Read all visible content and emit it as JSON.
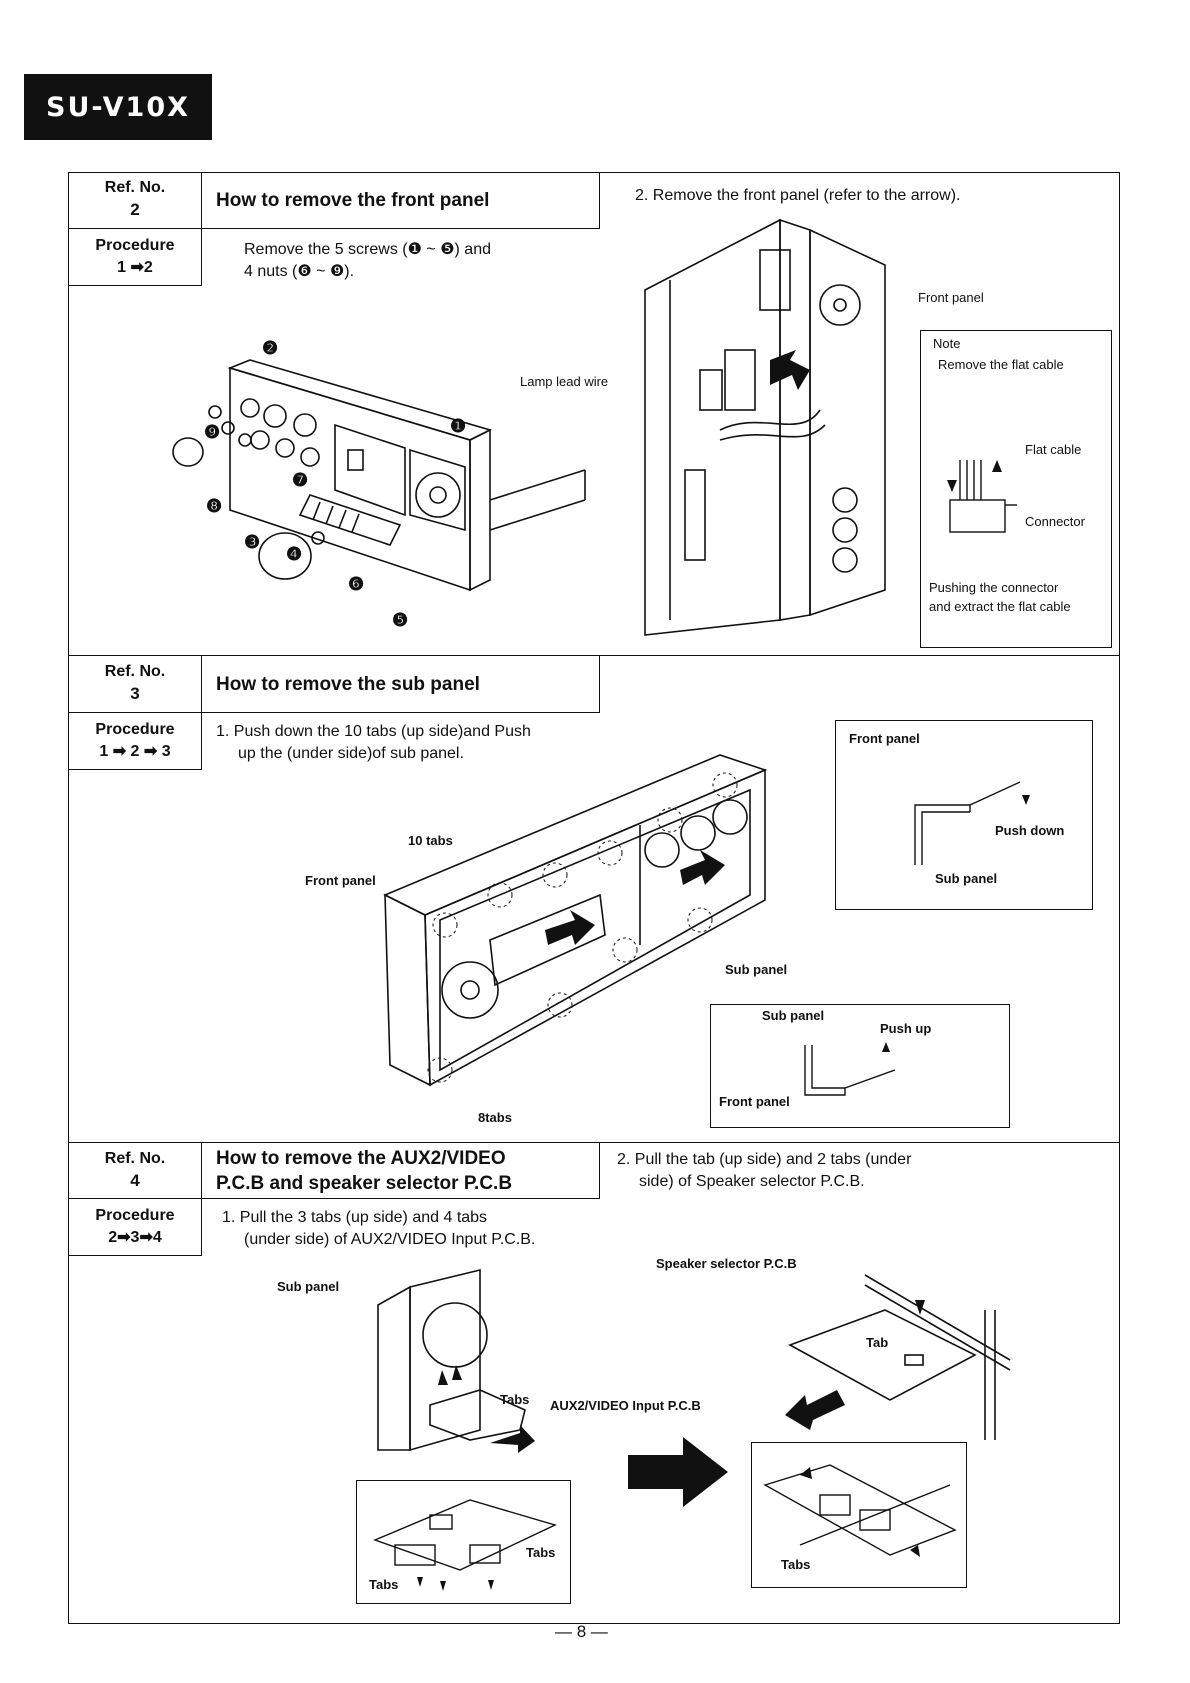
{
  "header": {
    "model": "SU-V10X"
  },
  "sections": [
    {
      "ref_label": "Ref. No.",
      "ref_no": "2",
      "title": "How to remove the front panel",
      "procedure_label": "Procedure",
      "procedure": "1 ➡2",
      "step1": "Remove the 5 screws (❶ ~ ❺) and",
      "step1b": "4 nuts (❻ ~ ❾).",
      "step2": "2. Remove the front panel (refer to the arrow).",
      "labels": {
        "lamp_lead_wire": "Lamp lead wire",
        "front_panel": "Front panel",
        "note_title": "Note",
        "note_text": "Remove the flat cable",
        "flat_cable": "Flat cable",
        "connector": "Connector",
        "note_footer1": "Pushing the connector",
        "note_footer2": "and extract the flat cable"
      },
      "callouts": [
        "❶",
        "❷",
        "❸",
        "❹",
        "❺",
        "❻",
        "❼",
        "❽",
        "❾"
      ]
    },
    {
      "ref_label": "Ref. No.",
      "ref_no": "3",
      "title": "How to remove the sub panel",
      "procedure_label": "Procedure",
      "procedure": "1 ➡ 2 ➡ 3",
      "step1": "1. Push down the 10 tabs (up side)and Push",
      "step1b": "up the (under side)of sub panel.",
      "labels": {
        "ten_tabs": "10 tabs",
        "front_panel_left": "Front panel",
        "eight_tabs": "8tabs",
        "sub_panel_mid": "Sub panel",
        "inset1_front_panel": "Front panel",
        "inset1_push_down": "Push down",
        "inset1_sub_panel": "Sub panel",
        "inset2_sub_panel": "Sub panel",
        "inset2_push_up": "Push up",
        "inset2_front_panel": "Front panel"
      }
    },
    {
      "ref_label": "Ref. No.",
      "ref_no": "4",
      "title_line1": "How to remove the AUX2/VIDEO",
      "title_line2": "P.C.B and speaker selector P.C.B",
      "procedure_label": "Procedure",
      "procedure": "2➡3➡4",
      "step1": "1. Pull the 3 tabs (up side) and 4 tabs",
      "step1b": "(under side) of AUX2/VIDEO Input P.C.B.",
      "step2": "2. Pull the tab (up side) and 2 tabs (under",
      "step2b": "side) of Speaker selector P.C.B.",
      "labels": {
        "sub_panel": "Sub panel",
        "tabs_up": "Tabs",
        "aux_pcb": "AUX2/VIDEO Input P.C.B",
        "tabs_inset_right": "Tabs",
        "tabs_inset_left": "Tabs",
        "speaker_pcb": "Speaker selector P.C.B",
        "tab": "Tab",
        "tabs_right": "Tabs"
      }
    }
  ],
  "footer": {
    "page": "— 8 —"
  }
}
